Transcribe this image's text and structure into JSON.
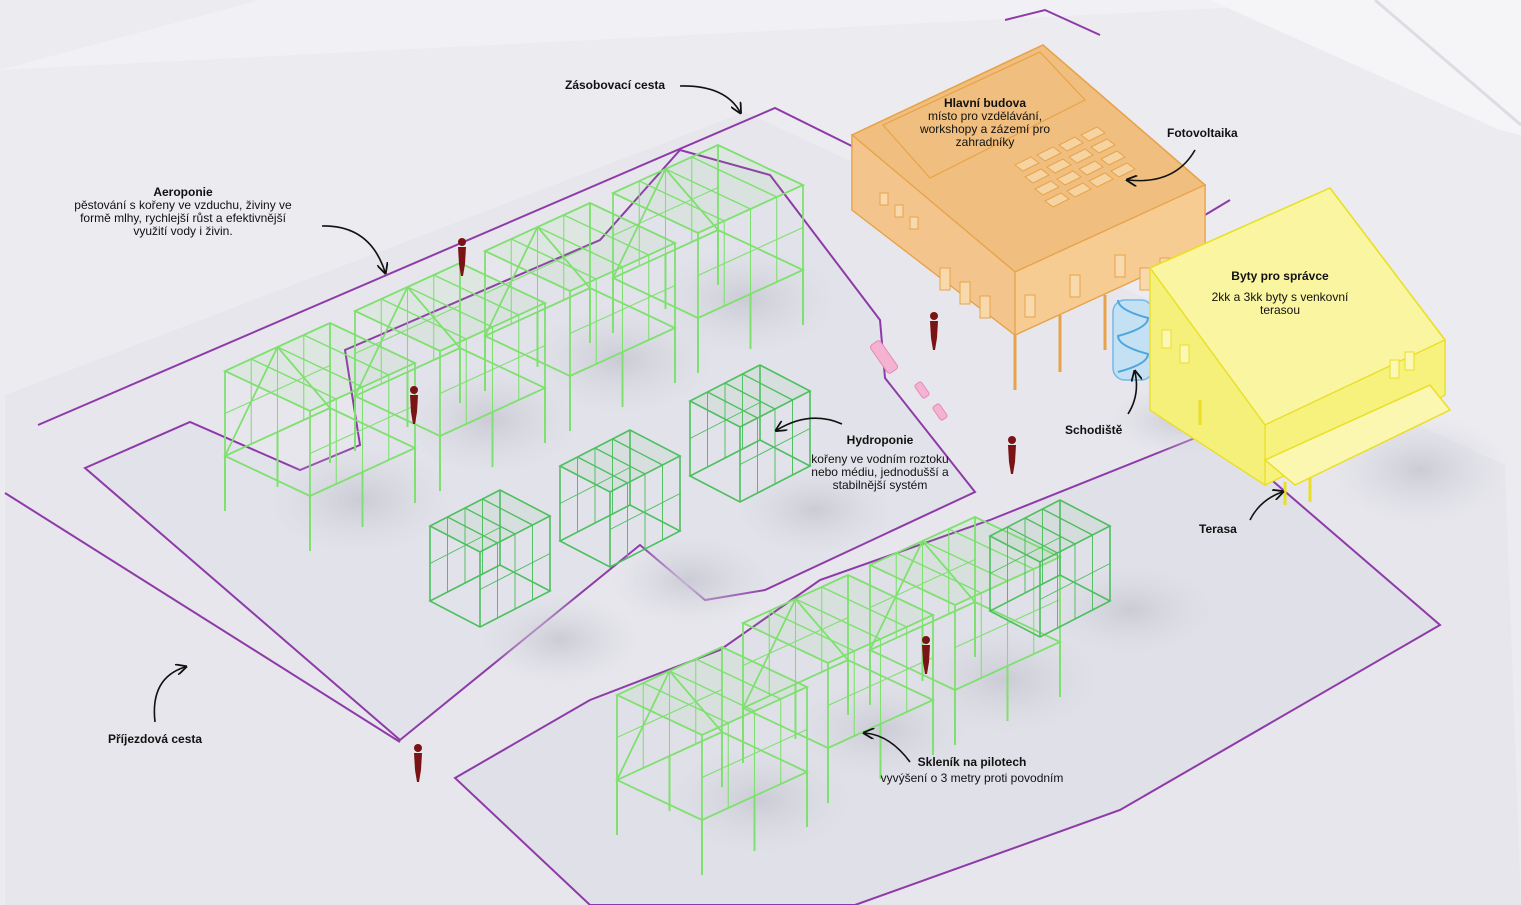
{
  "labels": {
    "zasobovaci": {
      "title": "Zásobovací cesta"
    },
    "aeroponie": {
      "title": "Aeroponie",
      "desc": [
        "pěstování s kořeny ve vzduchu, živiny ve",
        "formě mlhy, rychlejší růst a efektivnější",
        "využití vody i živin."
      ]
    },
    "hlavni": {
      "title": "Hlavní budova",
      "desc": [
        "místo pro vzdělávání,",
        "workshopy a zázemí pro",
        "zahradníky"
      ]
    },
    "fotovoltaika": {
      "title": "Fotovoltaika"
    },
    "byty": {
      "title": "Byty pro správce",
      "desc": [
        "2kk a 3kk byty s venkovní",
        "terasou"
      ]
    },
    "schodiste": {
      "title": "Schodiště"
    },
    "hydroponie": {
      "title": "Hydroponie",
      "desc": [
        "kořeny ve vodním roztoku",
        "nebo médiu, jednodušší a",
        "stabilnější systém"
      ]
    },
    "terasa": {
      "title": "Terasa"
    },
    "prijezdova": {
      "title": "Příjezdová cesta"
    },
    "sklenik": {
      "title": "Skleník na pilotech",
      "desc": [
        "vyvýšení o 3 metry proti povodním"
      ]
    }
  },
  "colors": {
    "ground": "#eeeef3",
    "plaza": "#e2e2ea",
    "path_outline": "#8e3aa8",
    "greenhouse": "#7fe070",
    "hydro": "#4cbf5e",
    "main_building": "#f3b870",
    "main_building_outline": "#e8a34a",
    "apartment": "#f6f27a",
    "apartment_outline": "#eadf24",
    "stair": "#7ec4ee",
    "person": "#7a1414",
    "arrow": "#111111"
  }
}
